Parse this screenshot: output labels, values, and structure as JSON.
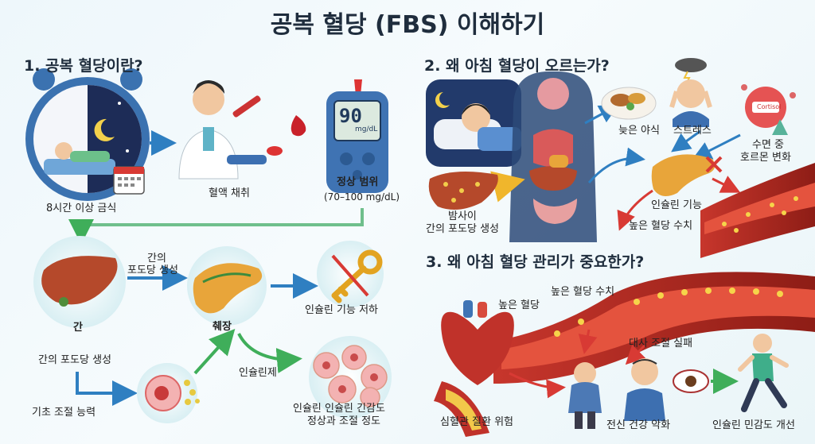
{
  "title": "공복 혈당 (FBS) 이해하기",
  "section1": {
    "heading": "1. 공복 혈당이란?",
    "fasting": "8시간 이상 금식",
    "blood_draw": "혈액 채취",
    "normal_range_title": "정상 범위",
    "normal_range_value": "(70–100 mg/dL)",
    "meter_value": "90",
    "meter_unit": "mg/dL",
    "liver": "간",
    "liver_glucose_top_1": "간의",
    "liver_glucose_top_2": "포도당 생성",
    "liver_glucose": "간의 포도당 생성",
    "basal_regulation": "기초 조절 능력",
    "insulin_decline": "인슐린 기능 저하",
    "pancreas": "췌장",
    "insulin_agent": "인슐린제",
    "insulin_sensitivity_1": "인슐린 인슐린 긴감도",
    "insulin_sensitivity_2": "정상과 조절 정도"
  },
  "section2": {
    "heading": "2. 왜 아침 혈당이 오르는가?",
    "late_snack": "늦은 야식",
    "stress": "스트레스",
    "sleep_hormone_1": "수면 중",
    "sleep_hormone_2": "호르몬 변화",
    "cortisol_tag": "Cortisol",
    "night_liver_1": "밤사이",
    "night_liver_2": "간의 포도당 생성",
    "insulin_function": "인슐린 기능",
    "high_glucose": "높은 혈당 수치"
  },
  "section3": {
    "heading": "3. 왜 아침 혈당 관리가 중요한가?",
    "high_glucose_label": "높은 혈당",
    "high_glucose_level": "높은 혈당 수치",
    "metabolic_failure": "대사 조절 실패",
    "cardio_risk": "심혈관 질환 위험",
    "overall_health": "전신 건강 악화",
    "sensitivity_improve": "인슐린 민감도 개선"
  },
  "colors": {
    "arrow_blue": "#2f7fc1",
    "arrow_green": "#3fae5a",
    "arrow_red": "#d83a34",
    "liver": "#b5492b",
    "pancreas": "#e8a53a",
    "vessel": "#b7281f"
  }
}
